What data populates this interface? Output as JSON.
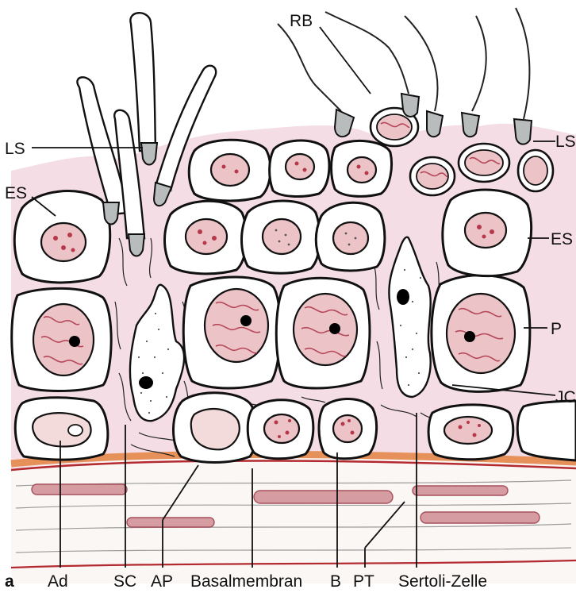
{
  "labels": {
    "rb": "RB",
    "ls_left": "LS",
    "ls_right": "LS",
    "es_left": "ES",
    "es_right": "ES",
    "p": "P",
    "jc": "JC",
    "panel": "a",
    "ad": "Ad",
    "sc": "SC",
    "ap": "AP",
    "basalmembran": "Basalmembran",
    "b": "B",
    "pt": "PT",
    "sertoli": "Sertoli-Zelle"
  },
  "colors": {
    "cytoplasm_pink": "#f4dde4",
    "nucleus_pink": "#ecc3c6",
    "chromatin_red": "#b5394a",
    "basal_lamina_orange": "#e6905a",
    "basal_lamina_red": "#b32a30",
    "acrosome_gray": "#b9bcbc"
  }
}
